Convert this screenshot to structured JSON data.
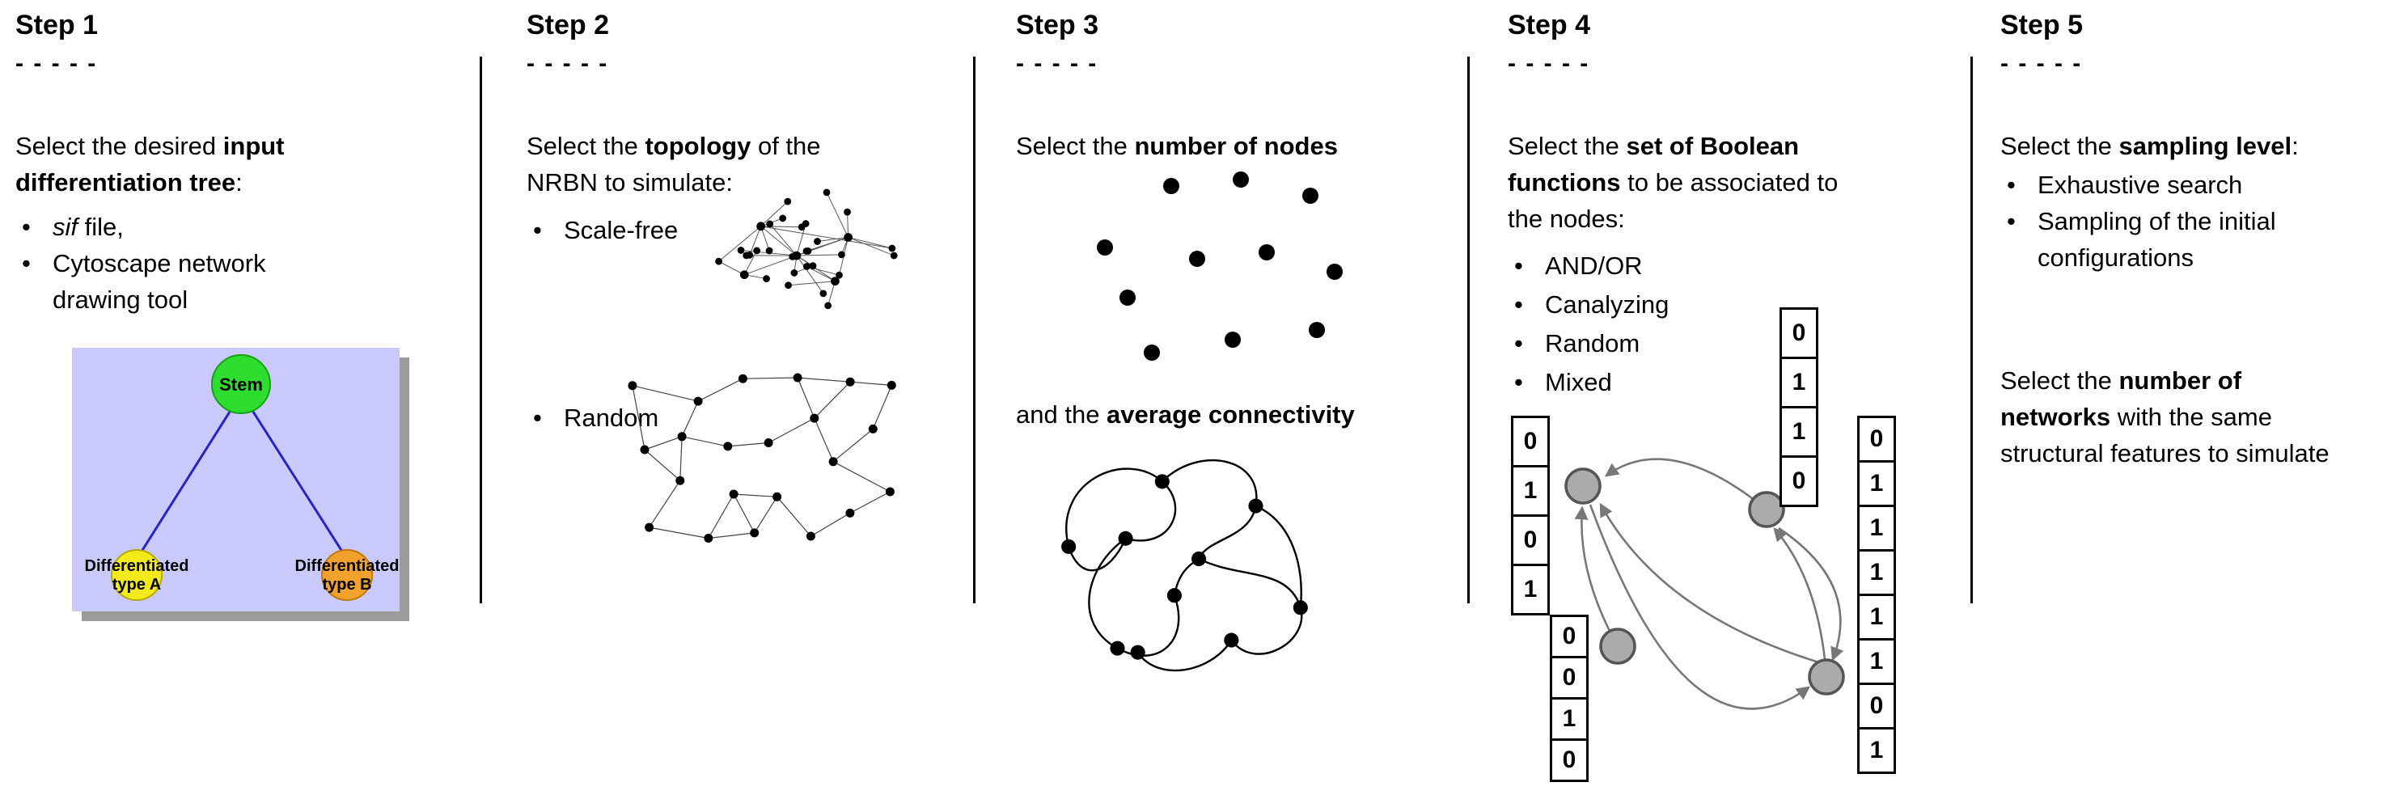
{
  "ui": {
    "bullet": "•"
  },
  "step1": {
    "title": "Step 1",
    "dashes": "- - - - -",
    "intro_l1_pre": "Select the desired ",
    "intro_l1_bold": "input",
    "intro_l2_bold": "differentiation tree",
    "intro_l2_post": ":",
    "bullet1_italic": "sif",
    "bullet1_rest": " file,",
    "bullet2_l1": "Cytoscape network",
    "bullet2_l2": "drawing tool",
    "tree": {
      "stem": "Stem",
      "type_a_l1": "Differentiated",
      "type_a_l2": "type A",
      "type_b_l1": "Differentiated",
      "type_b_l2": "type B",
      "bg_color": "#c9c9fb",
      "stem_color": "#2ede2e",
      "type_a_color": "#f2ea1b",
      "type_b_color": "#f2a12d",
      "edge_color": "#2424c8"
    }
  },
  "step2": {
    "title": "Step 2",
    "dashes": "- - - - -",
    "intro_l1_pre": "Select the ",
    "intro_l1_bold": "topology",
    "intro_l1_post": " of the",
    "intro_l2": "NRBN to simulate:",
    "bullet1": "Scale-free",
    "bullet2": "Random"
  },
  "step3": {
    "title": "Step 3",
    "dashes": "- - - - -",
    "line1_pre": "Select the ",
    "line1_bold": "number of nodes",
    "line2_pre": "and the ",
    "line2_bold": "average connectivity"
  },
  "step4": {
    "title": "Step 4",
    "dashes": "- - - - -",
    "intro_l1_pre": "Select the ",
    "intro_l1_bold": "set of Boolean",
    "intro_l2_bold": "functions",
    "intro_l2_rest": " to be associated to",
    "intro_l3": "the nodes:",
    "bullets": [
      "AND/OR",
      "Canalyzing",
      "Random",
      "Mixed"
    ],
    "node_color": "#ababab",
    "truth_tables": {
      "left": [
        "0",
        "1",
        "0",
        "1"
      ],
      "top": [
        "0",
        "1",
        "1",
        "0"
      ],
      "bottom_left": [
        "0",
        "0",
        "1",
        "0"
      ],
      "right": [
        "0",
        "1",
        "1",
        "1",
        "1",
        "1",
        "0",
        "1"
      ]
    }
  },
  "step5": {
    "title": "Step 5",
    "dashes": "- - - - -",
    "intro_pre": "Select the ",
    "intro_bold": "sampling level",
    "intro_post": ":",
    "bullet1": "Exhaustive search",
    "bullet2_l1": "Sampling of the initial",
    "bullet2_l2": "configurations",
    "para2_l1_pre": "Select the ",
    "para2_l1_bold": "number of",
    "para2_l2_bold": "networks",
    "para2_l2_rest": " with the same",
    "para2_l3": "structural features to simulate"
  }
}
